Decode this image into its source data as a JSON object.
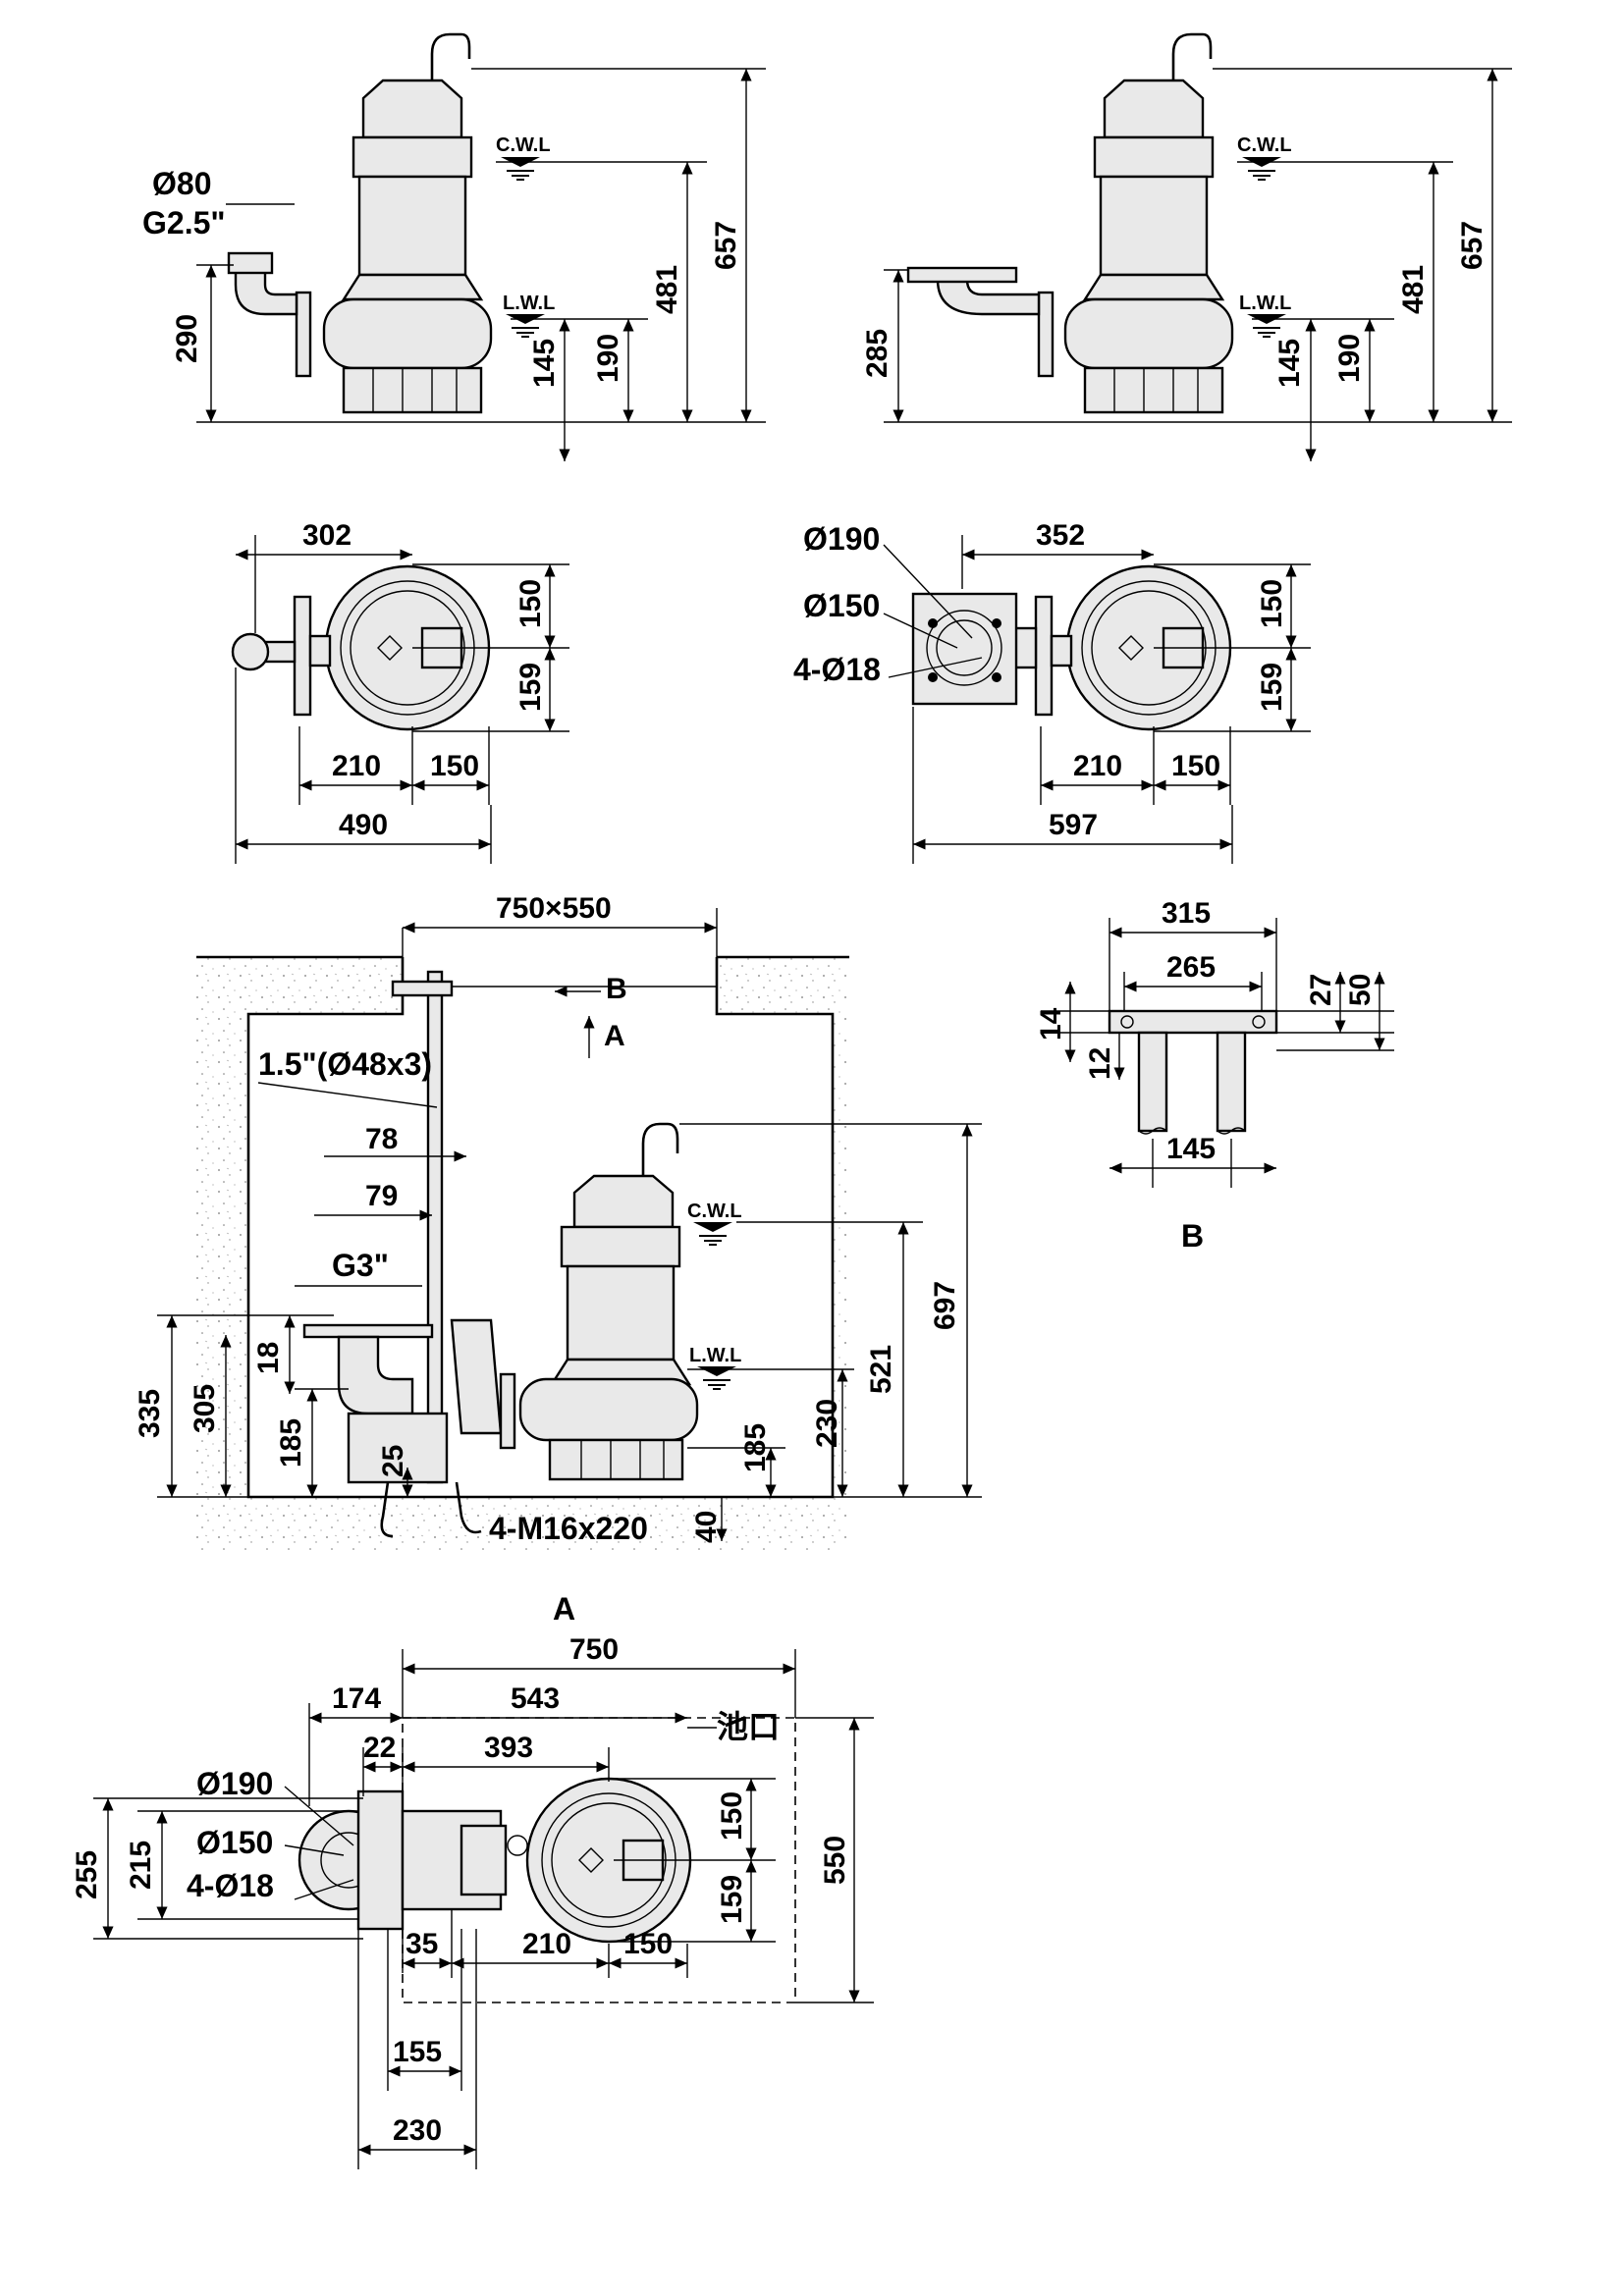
{
  "view_top_left": {
    "outlet_dia": "Ø80",
    "outlet_thread": "G2.5\"",
    "cwl": "C.W.L",
    "lwl": "L.W.L",
    "dims": [
      "290",
      "145",
      "190",
      "481",
      "657"
    ]
  },
  "view_top_right": {
    "cwl": "C.W.L",
    "lwl": "L.W.L",
    "dims": [
      "285",
      "145",
      "190",
      "481",
      "657"
    ]
  },
  "plan_left": {
    "dims": [
      "302",
      "150",
      "159",
      "210",
      "150",
      "490"
    ]
  },
  "plan_right": {
    "flange_labels": [
      "Ø190",
      "Ø150",
      "4-Ø18"
    ],
    "dims": [
      "352",
      "150",
      "159",
      "210",
      "150",
      "597"
    ]
  },
  "install_section": {
    "pit_size": "750×550",
    "section_mark_b": "B",
    "section_mark_a": "A",
    "guide_pipe": "1.5\"(Ø48x3)",
    "outlet_thread": "G3\"",
    "cwl": "C.W.L",
    "lwl": "L.W.L",
    "anchor_bolts": "4-M16x220",
    "dims": [
      "78",
      "79",
      "18",
      "335",
      "305",
      "185",
      "25",
      "697",
      "521",
      "230",
      "185",
      "40"
    ]
  },
  "detail_b": {
    "label": "B",
    "dims": [
      "315",
      "265",
      "27",
      "50",
      "14",
      "12",
      "145"
    ]
  },
  "plan_a": {
    "label": "A",
    "pit_opening": "池口",
    "flange_labels": [
      "Ø190",
      "Ø150",
      "4-Ø18"
    ],
    "dims": [
      "750",
      "174",
      "543",
      "22",
      "393",
      "255",
      "215",
      "150",
      "159",
      "550",
      "35",
      "210",
      "150",
      "155",
      "230"
    ]
  }
}
